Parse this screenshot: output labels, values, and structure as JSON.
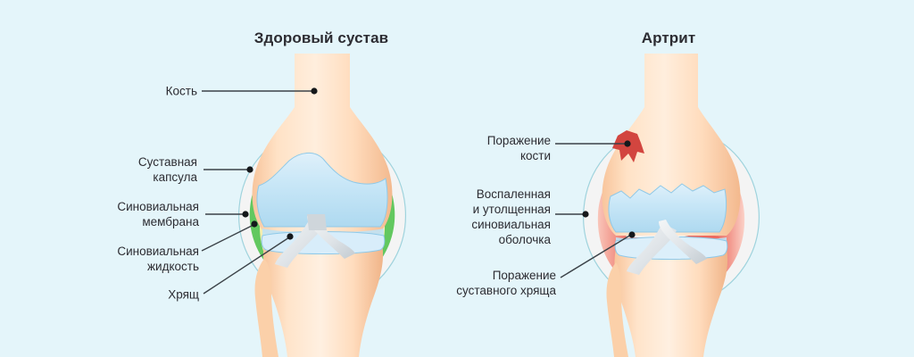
{
  "background_color": "#e4f5fa",
  "text_color": "#2c2c32",
  "panels": [
    {
      "id": "healthy",
      "title": "Здоровый сустав"
    },
    {
      "id": "arthritis",
      "title": "Артрит"
    }
  ],
  "healthy_labels": [
    {
      "id": "bone",
      "text": "Кость"
    },
    {
      "id": "joint-capsule",
      "text": "Суставная\nкапсула"
    },
    {
      "id": "synovial-membrane",
      "text": "Синовиальная\nмембрана"
    },
    {
      "id": "synovial-fluid",
      "text": "Синовиальная\nжидкость"
    },
    {
      "id": "cartilage",
      "text": "Хрящ"
    }
  ],
  "arthritis_labels": [
    {
      "id": "bone-lesion",
      "text": "Поражение\nкости"
    },
    {
      "id": "inflamed-membrane",
      "text": "Воспаленная\nи утолщенная\nсиновиальная\nоболочка"
    },
    {
      "id": "cartilage-lesion",
      "text": "Поражение\nсуставного хряща"
    }
  ],
  "anatomy_colors": {
    "bone_light": "#ffe6cd",
    "bone_mid": "#fdd0ab",
    "bone_shadow": "#f7bd92",
    "capsule_outer": "#f2f2f2",
    "capsule_edge": "#9fd3dd",
    "synovial_membrane_green": "#5cc45a",
    "synovial_fluid_yellow": "#efe07a",
    "cartilage_blue": "#c9e6f6",
    "cartilage_blue_edge": "#8fc9e8",
    "ligament_gray": "#e2e6e9",
    "inflamed_light": "#f7b8ab",
    "inflamed_mid": "#ef7b72",
    "inflamed_deep": "#c9352c",
    "lesion_red": "#d44a48"
  }
}
